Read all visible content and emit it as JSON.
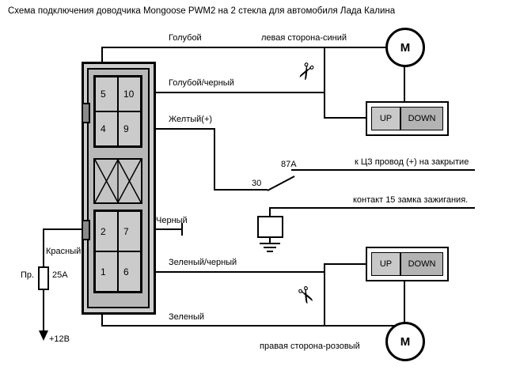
{
  "title": "Схема подключения доводчика Mongoose PWM2 на 2 стекла для автомобиля Лада Калина",
  "connector": {
    "upper_pins": [
      "5",
      "10",
      "4",
      "9"
    ],
    "lower_pins": [
      "2",
      "7",
      "1",
      "6"
    ]
  },
  "labels": {
    "blue": "Голубой",
    "left_side": "левая сторона-синий",
    "blue_black": "Голубой/черный",
    "yellow": "Желтый(+)",
    "relay_30": "30",
    "relay_87a": "87А",
    "central_lock": "к ЦЗ провод (+) на закрытие",
    "ignition": "контакт 15 замка зажигания.",
    "black": "Черный",
    "green_black": "Зеленый/черный",
    "green": "Зеленый",
    "right_side": "правая сторона-розовый",
    "red": "Красный",
    "fuse_name": "Пр.",
    "fuse_rating": "25А",
    "supply": "+12В"
  },
  "motor": {
    "letter": "М"
  },
  "window_switch": {
    "up": "UP",
    "down": "DOWN"
  },
  "icons": {
    "scissors": "✂"
  },
  "colors": {
    "line": "#000000",
    "background": "#ffffff",
    "connector_fill": "#cdcdcd",
    "connector_inner_fill": "#b8b8b8",
    "pin_cell_fill": "#cbcbcb",
    "switch_up_fill": "#c9c9c9",
    "switch_down_fill": "#b3b3b3"
  }
}
